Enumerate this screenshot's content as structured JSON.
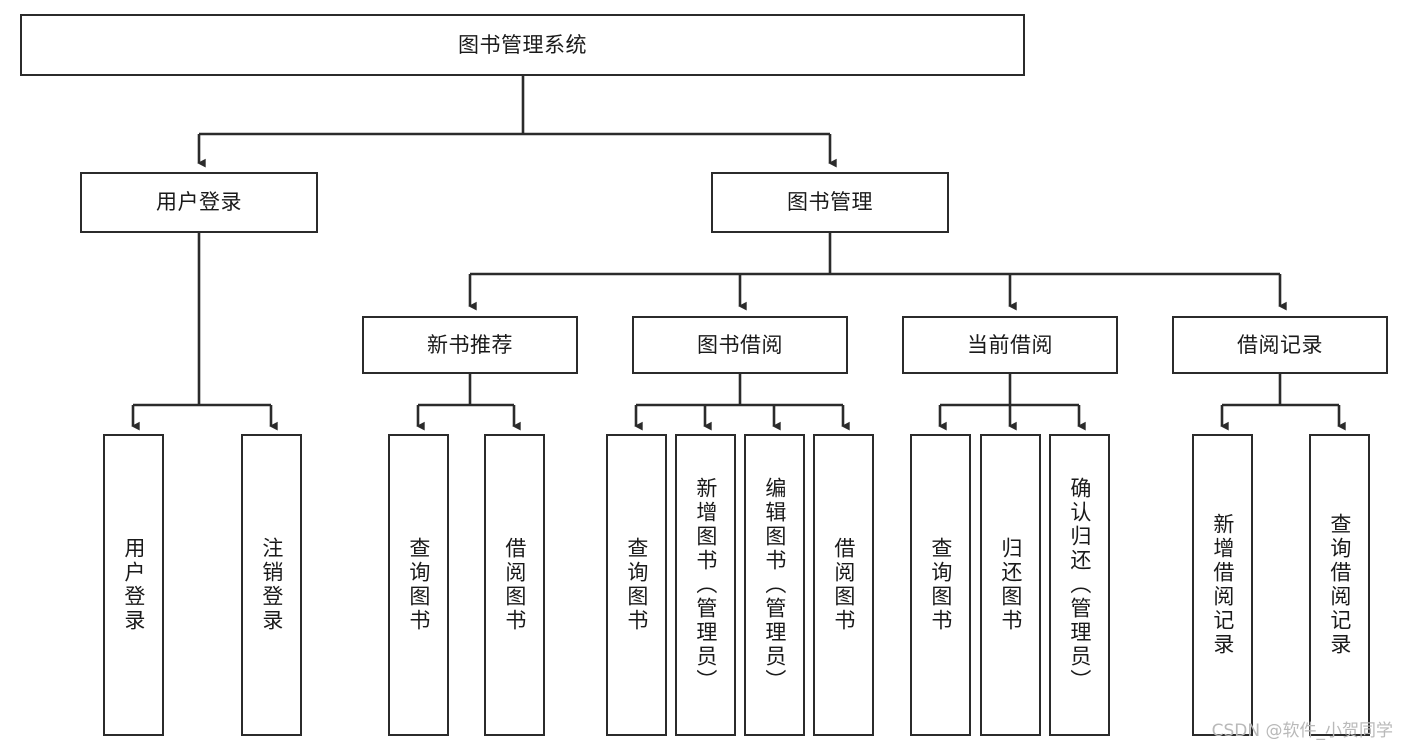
{
  "diagram": {
    "type": "tree",
    "title": "图书管理系统",
    "orientation": "top-down",
    "colors": {
      "box_border": "#2b2b2b",
      "box_fill": "#ffffff",
      "edge": "#2b2b2b",
      "text": "#1a1a1a",
      "watermark": "#b9b9b9"
    },
    "nodes": {
      "root": {
        "label": "图书管理系统"
      },
      "level2": [
        {
          "id": "user-login",
          "label": "用户登录"
        },
        {
          "id": "book-management",
          "label": "图书管理"
        }
      ],
      "level3": [
        {
          "id": "new-book-recommend",
          "label": "新书推荐"
        },
        {
          "id": "book-borrow",
          "label": "图书借阅"
        },
        {
          "id": "current-borrow",
          "label": "当前借阅"
        },
        {
          "id": "borrow-record",
          "label": "借阅记录"
        }
      ],
      "leaves": {
        "user-login": [
          {
            "id": "leaf-user-login",
            "label": "用户登录"
          },
          {
            "id": "leaf-user-logout",
            "label": "注销登录"
          }
        ],
        "new-book-recommend": [
          {
            "id": "leaf-query-book-1",
            "label": "查询图书"
          },
          {
            "id": "leaf-borrow-book-1",
            "label": "借阅图书"
          }
        ],
        "book-borrow": [
          {
            "id": "leaf-query-book-2",
            "label": "查询图书"
          },
          {
            "id": "leaf-add-book",
            "label": "新增图书（管理员）"
          },
          {
            "id": "leaf-edit-book",
            "label": "编辑图书（管理员）"
          },
          {
            "id": "leaf-borrow-book-2",
            "label": "借阅图书"
          }
        ],
        "current-borrow": [
          {
            "id": "leaf-query-book-3",
            "label": "查询图书"
          },
          {
            "id": "leaf-return-book",
            "label": "归还图书"
          },
          {
            "id": "leaf-confirm-return",
            "label": "确认归还（管理员）"
          }
        ],
        "borrow-record": [
          {
            "id": "leaf-add-record",
            "label": "新增借阅记录"
          },
          {
            "id": "leaf-query-record",
            "label": "查询借阅记录"
          }
        ]
      }
    },
    "watermark": "CSDN @软件_小贺同学"
  }
}
